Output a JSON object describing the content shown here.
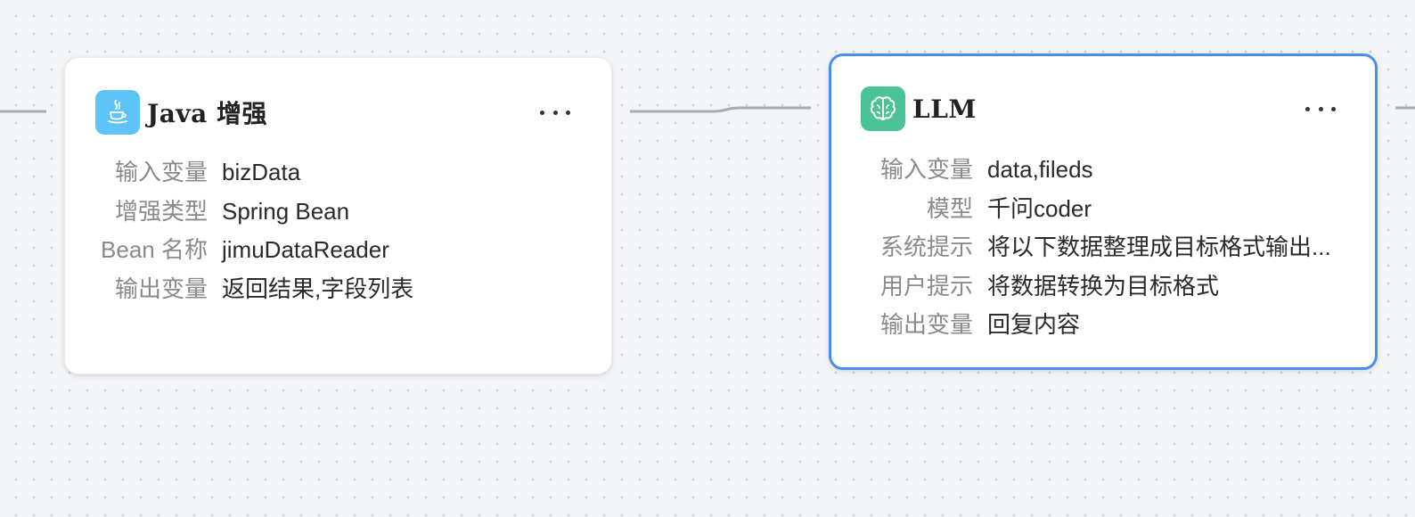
{
  "nodes": {
    "java": {
      "title": "Java 增强",
      "icon": "java-coffee-icon",
      "icon_color": "#5ec3f7",
      "props": [
        {
          "label": "输入变量",
          "value": "bizData"
        },
        {
          "label": "增强类型",
          "value": "Spring Bean"
        },
        {
          "label": "Bean 名称",
          "value": "jimuDataReader"
        },
        {
          "label": "输出变量",
          "value": "返回结果,字段列表"
        }
      ]
    },
    "llm": {
      "title": "LLM",
      "icon": "brain-icon",
      "icon_color": "#4bc397",
      "border_color": "#4a8ef0",
      "props": [
        {
          "label": "输入变量",
          "value": "data,fileds"
        },
        {
          "label": "模型",
          "value": "千问coder"
        },
        {
          "label": "系统提示",
          "value": "将以下数据整理成目标格式输出..."
        },
        {
          "label": "用户提示",
          "value": "将数据转换为目标格式"
        },
        {
          "label": "输出变量",
          "value": "回复内容"
        }
      ]
    }
  }
}
